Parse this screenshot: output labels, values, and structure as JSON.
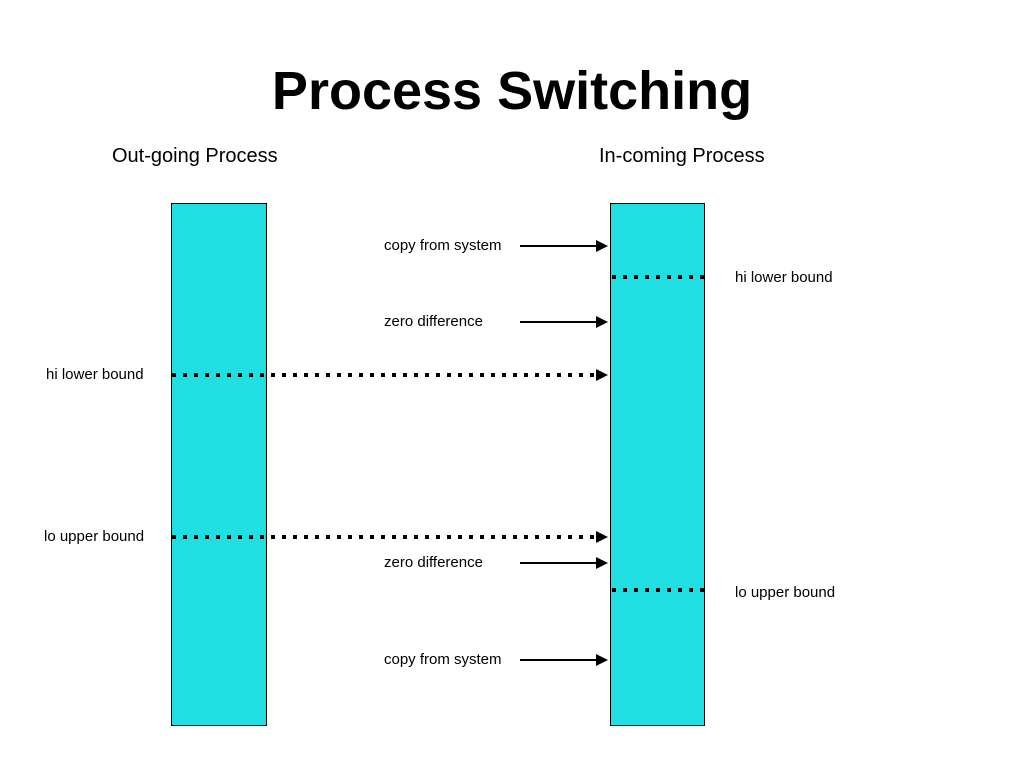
{
  "slide": {
    "title": "Process Switching",
    "background_color": "#ffffff",
    "text_color": "#000000"
  },
  "columns": {
    "outgoing": {
      "heading": "Out-going Process",
      "block_color": "#20dfe2"
    },
    "incoming": {
      "heading": "In-coming Process",
      "block_color": "#20dfe2"
    }
  },
  "boundary_labels": {
    "outgoing_hi": "hi lower bound",
    "outgoing_lo": "lo upper bound",
    "incoming_hi": "hi lower bound",
    "incoming_lo": "lo upper bound"
  },
  "annotations": {
    "copy_top": "copy from system",
    "zero_top": "zero difference",
    "zero_bottom": "zero difference",
    "copy_bottom": "copy from system"
  }
}
